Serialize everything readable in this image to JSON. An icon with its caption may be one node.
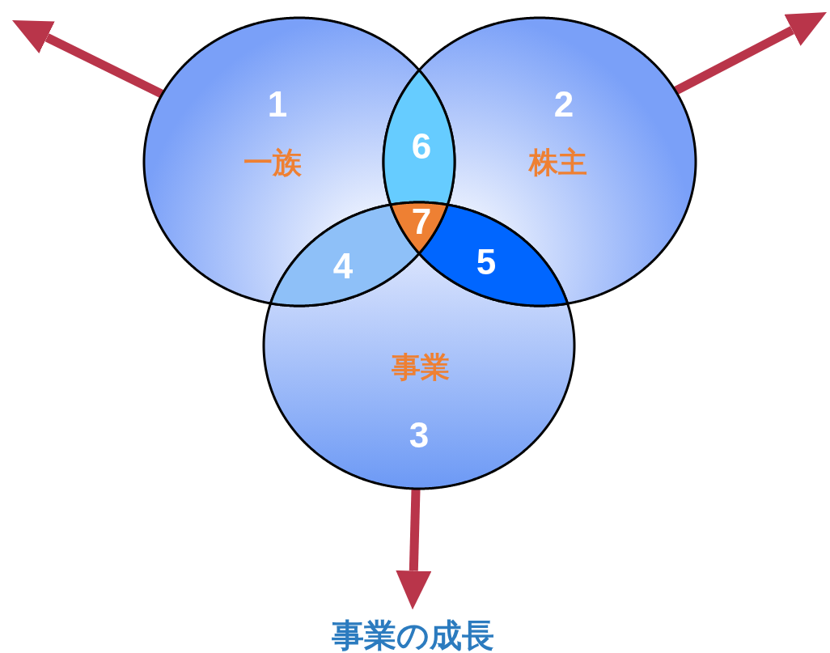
{
  "diagram": {
    "nodes": [
      {
        "text": [
          "1",
          "一族"
        ]
      },
      {
        "text": [
          "2",
          "株主"
        ]
      },
      {
        "text": [
          "6"
        ]
      },
      {
        "text": [
          "7"
        ]
      },
      {
        "text": [
          "4"
        ]
      },
      {
        "text": [
          "5"
        ]
      },
      {
        "text": [
          "事業",
          "3"
        ]
      },
      {
        "text": [
          "事業の成長"
        ]
      }
    ],
    "edges": [
      {
        "from": 0,
        "to": null,
        "arrow": "to"
      },
      {
        "from": 1,
        "to": null,
        "arrow": "to"
      },
      {
        "from": 6,
        "to": 7,
        "arrow": "to"
      }
    ]
  }
}
